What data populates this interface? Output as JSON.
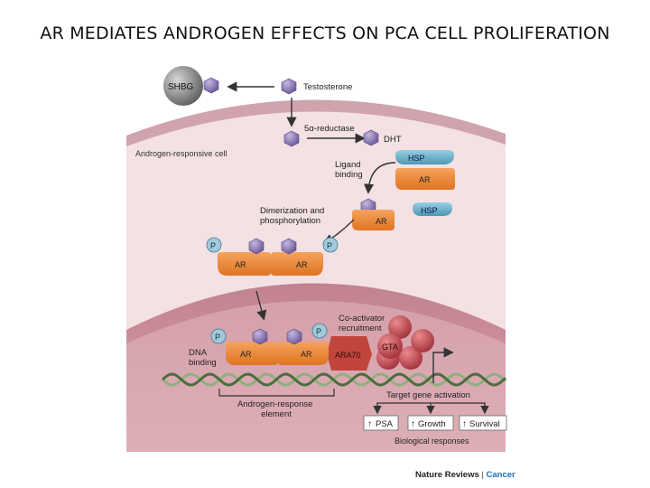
{
  "slide_title": "AR MEDIATES ANDROGEN EFFECTS ON PCA CELL PROLIFERATION",
  "labels": {
    "shbg": "SHBG",
    "testosterone": "Testosterone",
    "reductase": "5α-reductase",
    "dht": "DHT",
    "cell": "Androgen-responsive cell",
    "ligand_line1": "Ligand",
    "ligand_line2": "binding",
    "hsp": "HSP",
    "ar": "AR",
    "dimer_line1": "Dimerization and",
    "dimer_line2": "phosphorylation",
    "p": "P",
    "coact_line1": "Co-activator",
    "coact_line2": "recruitment",
    "gta": "GTA",
    "ara70": "ARA70",
    "dna_line1": "DNA",
    "dna_line2": "binding",
    "target": "Target gene activation",
    "are_line1": "Androgen-response",
    "are_line2": "element",
    "psa": "PSA",
    "growth": "Growth",
    "survival": "Survival",
    "bio": "Biological responses"
  },
  "credit": {
    "journal": "Nature Reviews",
    "separator": "|",
    "section": "Cancer"
  },
  "colors": {
    "cell_outer": "#d0a3ad",
    "cell_inner": "#f3e1e3",
    "nucleus": "#c58a97",
    "ar": "#ee8a3a",
    "hsp": "#6ab1cc",
    "ligand": "#8f7bb6",
    "ara70": "#c2453b",
    "gta": "#c94a52",
    "dna_a": "#8fb07e",
    "dna_b": "#4c6d3d"
  }
}
